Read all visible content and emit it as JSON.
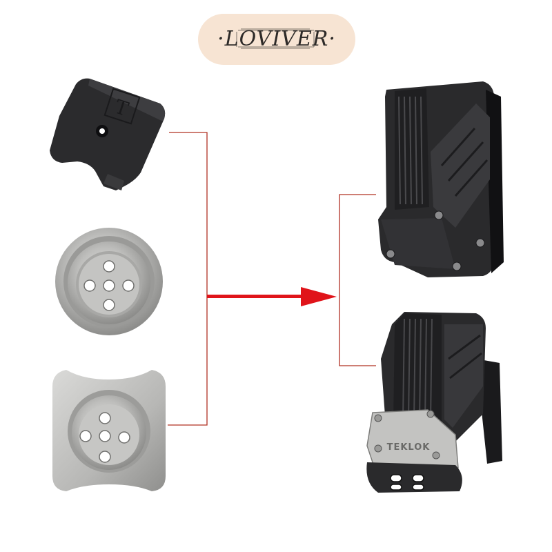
{
  "brand": {
    "logo_text": "·LOVIVER·"
  },
  "parts": {
    "top_plate_letter": "T",
    "clip_plate_text": "TEKLOK"
  },
  "colors": {
    "connector_line": "#b03022",
    "arrow": "#e0141a",
    "logo_bg": "#f7e4d3",
    "dark_plastic": "#2e2e30",
    "steel": "#b9b9b7"
  }
}
